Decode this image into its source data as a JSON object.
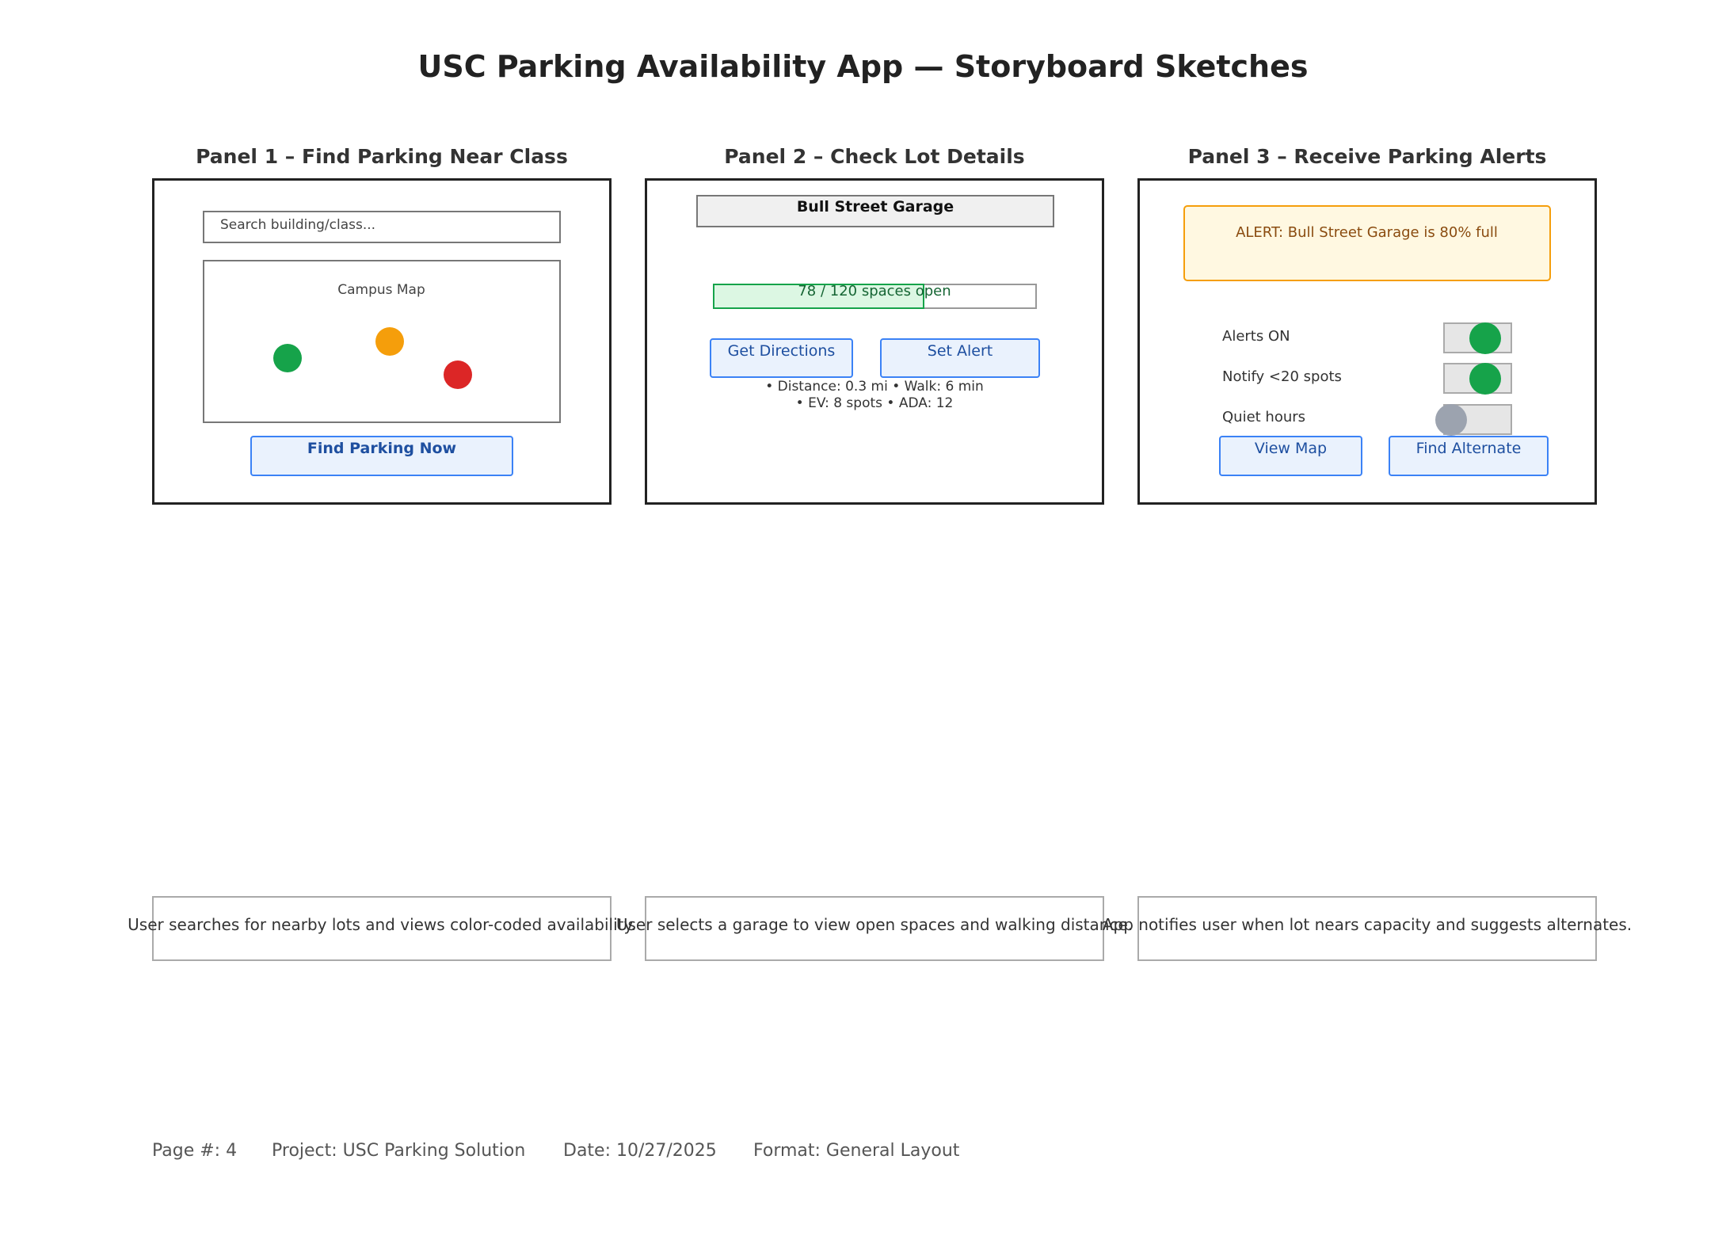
{
  "title": "USC Parking Availability App — Storyboard Sketches",
  "panels": [
    {
      "title": "Panel 1 – Find Parking Near Class",
      "search_placeholder": "Search building/class...",
      "map_label": "Campus Map",
      "button": "Find Parking Now",
      "caption": "User searches for nearby lots and views color-coded availability."
    },
    {
      "title": "Panel 2 – Check Lot Details",
      "garage_name": "Bull Street Garage",
      "spaces_text": "78 / 120 spaces open",
      "spaces_open": 78,
      "spaces_total": 120,
      "buttons": [
        "Get Directions",
        "Set Alert"
      ],
      "info_line1": "• Distance: 0.3 mi • Walk: 6 min",
      "info_line2": "• EV: 8 spots • ADA: 12",
      "caption": "User selects a garage to view open spaces and walking distance."
    },
    {
      "title": "Panel 3 – Receive Parking Alerts",
      "alert": "ALERT: Bull Street Garage is 80% full",
      "toggles": [
        {
          "label": "Alerts ON",
          "on": true
        },
        {
          "label": "Notify <20 spots",
          "on": true
        },
        {
          "label": "Quiet hours",
          "on": false
        }
      ],
      "buttons": [
        "View Map",
        "Find Alternate"
      ],
      "caption": "App notifies user when lot nears capacity and suggests alternates."
    }
  ],
  "map_dot_colors": [
    "#16a34a",
    "#f59e0b",
    "#dc2626"
  ],
  "footer": {
    "page": "Page #: 4",
    "project": "Project: USC Parking Solution",
    "date": "Date: 10/27/2025",
    "format": "Format: General Layout"
  }
}
